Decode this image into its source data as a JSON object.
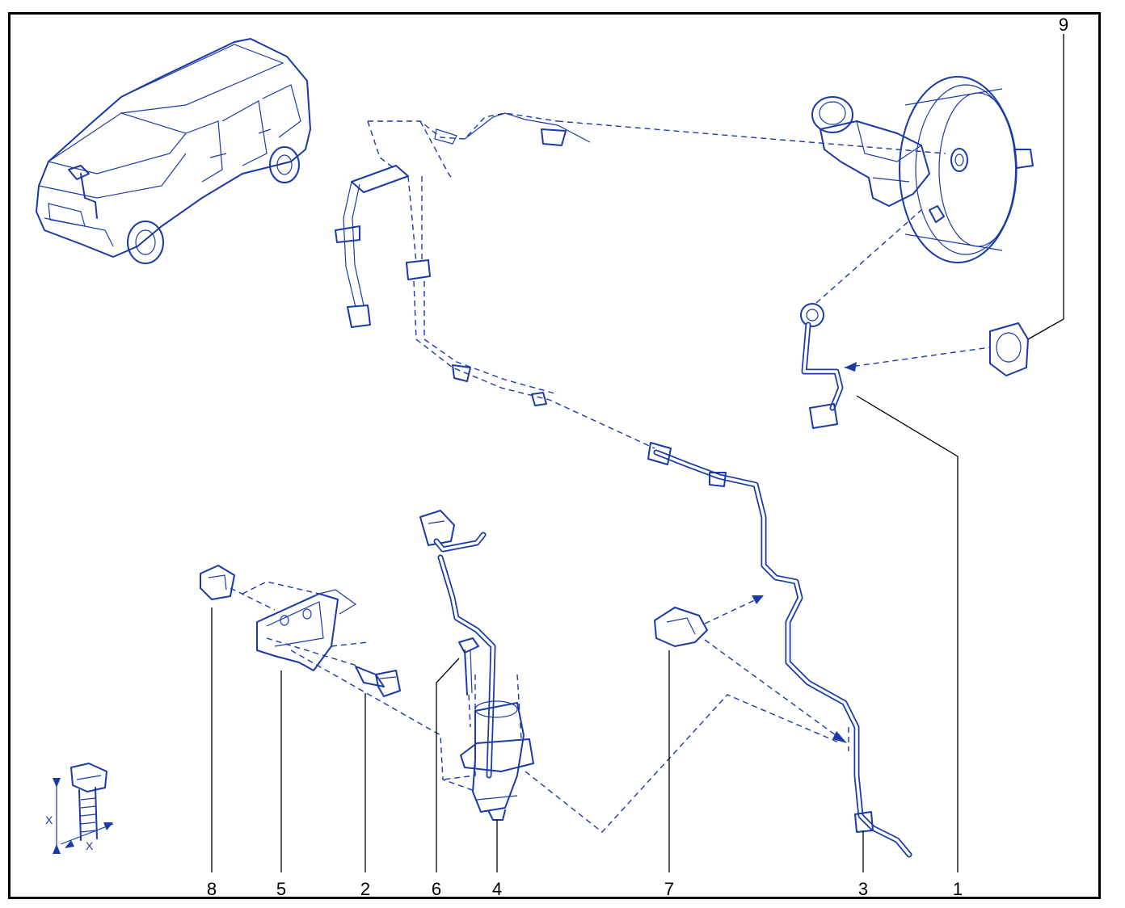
{
  "diagram": {
    "line_color": "#1a3aa8",
    "leader_color": "#000000",
    "callouts": [
      {
        "id": "9",
        "label": "9"
      },
      {
        "id": "8",
        "label": "8"
      },
      {
        "id": "5",
        "label": "5"
      },
      {
        "id": "2",
        "label": "2"
      },
      {
        "id": "6",
        "label": "6"
      },
      {
        "id": "4",
        "label": "4"
      },
      {
        "id": "7",
        "label": "7"
      },
      {
        "id": "3",
        "label": "3"
      },
      {
        "id": "1",
        "label": "1"
      }
    ],
    "dimension_labels": {
      "first": "X",
      "second": "X"
    }
  }
}
